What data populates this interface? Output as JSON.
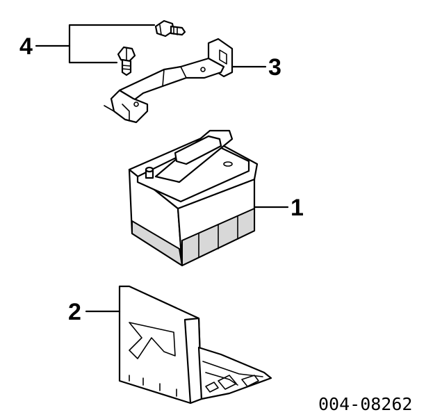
{
  "callouts": {
    "battery": "1",
    "tray": "2",
    "hold_down_bracket": "3",
    "fasteners": "4"
  },
  "reference_number": "004-08262"
}
